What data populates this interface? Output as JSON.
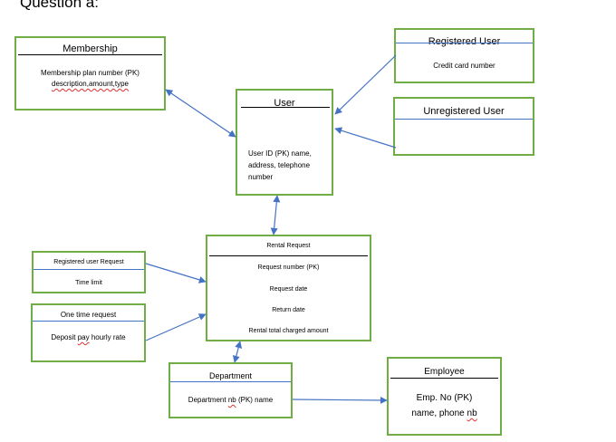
{
  "heading": "Question a:",
  "colors": {
    "box_border": "#70ad47",
    "arrow": "#4472c4",
    "divider": "#4472c4"
  },
  "membership": {
    "title": "Membership",
    "line1": "Membership plan number (PK)",
    "line2": "description,amount,type"
  },
  "registered_user": {
    "title": "Registered User",
    "attr": "Credit card number"
  },
  "unregistered_user": {
    "title": "Unregistered User"
  },
  "user": {
    "title": "User",
    "line1": "User ID (PK) name,",
    "line2": "address, telephone",
    "line3": "number"
  },
  "rental_request": {
    "title": "Rental Request",
    "attrs": [
      "Request number (PK)",
      "Request date",
      "Return date",
      "Rental total charged amount"
    ]
  },
  "registered_user_request": {
    "title": "Registered user Request",
    "attr": "Time limit"
  },
  "one_time_request": {
    "title": "One time request",
    "attr_pre": "Deposit ",
    "attr_err": "pay",
    "attr_post": " hourly rate"
  },
  "department": {
    "title": "Department",
    "attr_pre": "Department ",
    "attr_err": "nb",
    "attr_post": " (PK) name"
  },
  "employee": {
    "title": "Employee",
    "line1": "Emp. No (PK)",
    "line2_pre": "name, phone ",
    "line2_err": "nb"
  }
}
